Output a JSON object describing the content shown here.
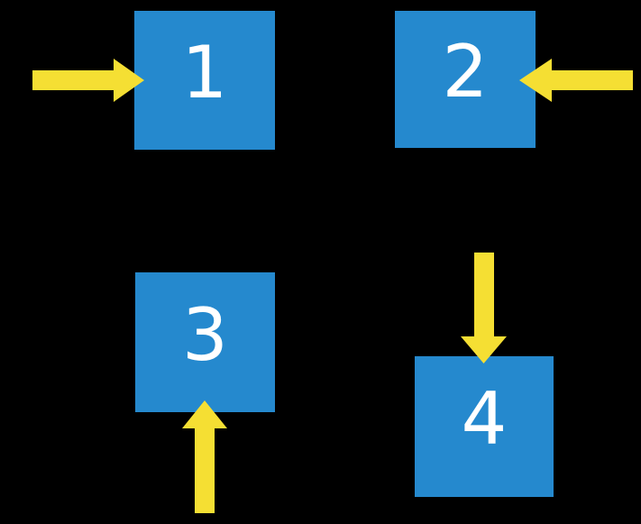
{
  "diagram": {
    "title": "numbered-blocks-with-arrows",
    "blocks": [
      {
        "label": "1",
        "arrow": "arrow-right-icon",
        "arrow_points_from": "left"
      },
      {
        "label": "2",
        "arrow": "arrow-left-icon",
        "arrow_points_from": "right"
      },
      {
        "label": "3",
        "arrow": "arrow-up-icon",
        "arrow_points_from": "below"
      },
      {
        "label": "4",
        "arrow": "arrow-down-icon",
        "arrow_points_from": "above"
      }
    ]
  },
  "colors": {
    "background": "#000000",
    "block": "#2589CE",
    "arrow": "#F5DF33",
    "label": "#FFFFFF"
  }
}
